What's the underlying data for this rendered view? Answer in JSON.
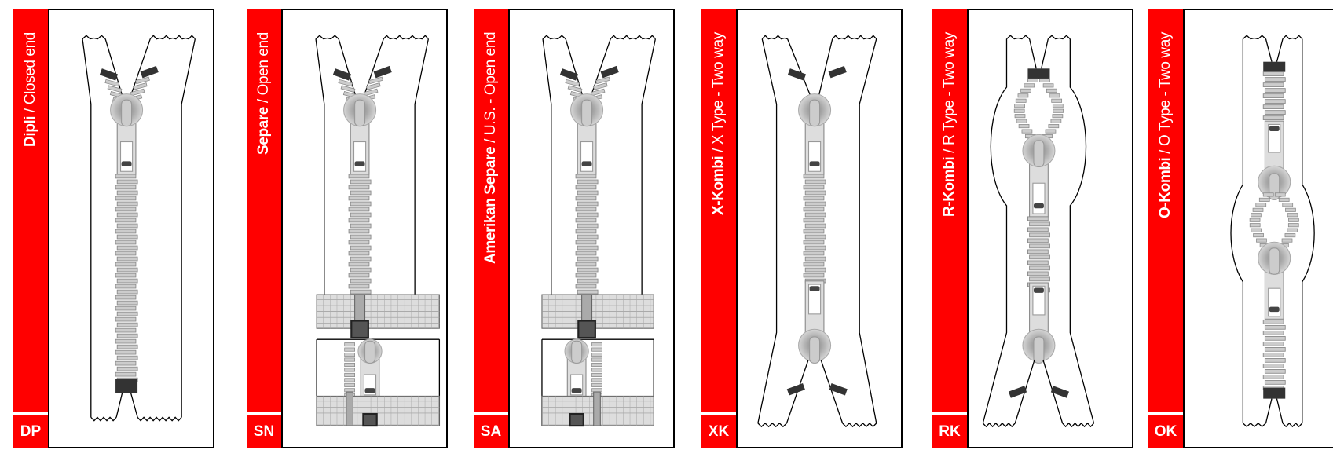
{
  "panels": [
    {
      "code": "DP",
      "type": "dp",
      "name_bold": "Dipli",
      "name_rest": " / Closed end"
    },
    {
      "code": "SN",
      "type": "sn",
      "name_bold": "Separe",
      "name_rest": " / Open end"
    },
    {
      "code": "SA",
      "type": "sa",
      "name_bold": "Amerikan Separe",
      "name_rest": " / U.S. - Open end"
    },
    {
      "code": "XK",
      "type": "xk",
      "name_bold": "X-Kombi",
      "name_rest": " / X Type - Two way"
    },
    {
      "code": "RK",
      "type": "rk",
      "name_bold": "R-Kombi",
      "name_rest": " / R Type - Two way"
    },
    {
      "code": "OK",
      "type": "ok",
      "name_bold": "O-Kombi",
      "name_rest": " / O Type - Two way"
    }
  ],
  "colors": {
    "accent": "#ff0000",
    "stop": "#333333",
    "teeth": "#cccccc"
  }
}
